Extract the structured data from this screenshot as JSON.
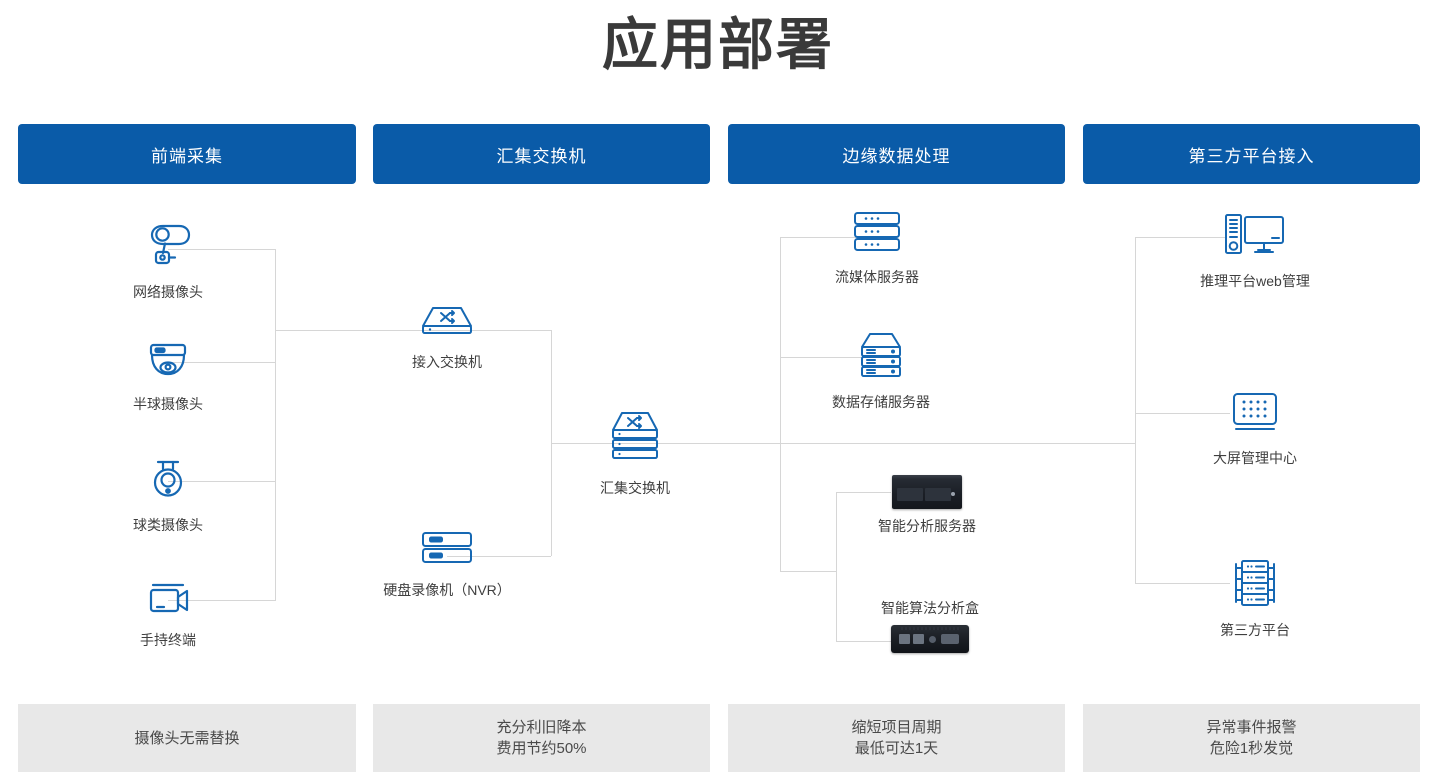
{
  "page": {
    "title": "应用部署"
  },
  "columns": [
    {
      "id": "front-end-collection",
      "header": "前端采集",
      "footer_lines": [
        "摄像头无需替换"
      ]
    },
    {
      "id": "aggregation-switch",
      "header": "汇集交换机",
      "footer_lines": [
        "充分利旧降本",
        "费用节约50%"
      ]
    },
    {
      "id": "edge-data-processing",
      "header": "边缘数据处理",
      "footer_lines": [
        "缩短项目周期",
        "最低可达1天"
      ]
    },
    {
      "id": "third-party-platform-access",
      "header": "第三方平台接入",
      "footer_lines": [
        "异常事件报警",
        "危险1秒发觉"
      ]
    }
  ],
  "nodes": {
    "network_camera": "网络摄像头",
    "dome_camera": "半球摄像头",
    "ptz_camera": "球类摄像头",
    "handheld_terminal": "手持终端",
    "access_switch": "接入交换机",
    "nvr": "硬盘录像机（NVR）",
    "aggregation_switch": "汇集交换机",
    "streaming_server": "流媒体服务器",
    "storage_server": "数据存储服务器",
    "ai_analysis_server": "智能分析服务器",
    "ai_algorithm_box": "智能算法分析盒",
    "inference_web_admin": "推理平台web管理",
    "video_wall_center": "大屏管理中心",
    "third_party_platform": "第三方平台"
  },
  "icons": {
    "network_camera": "bullet-camera-icon",
    "dome_camera": "dome-camera-icon",
    "ptz_camera": "ptz-camera-icon",
    "handheld_terminal": "camcorder-icon",
    "access_switch": "switch-icon",
    "nvr": "nvr-icon",
    "aggregation_switch": "stacked-switch-icon",
    "streaming_server": "rack-server-icon",
    "storage_server": "storage-server-icon",
    "ai_analysis_server": "ai-server-photo",
    "ai_algorithm_box": "ai-box-photo",
    "inference_web_admin": "desktop-monitor-icon",
    "video_wall_center": "video-wall-icon",
    "third_party_platform": "server-rack-icon"
  },
  "colors": {
    "header_blue": "#0a5ba8",
    "icon_blue": "#1668b3",
    "footer_gray": "#e8e8e8",
    "line_gray": "#d6d6d6",
    "title_gray": "#3a3a3a"
  }
}
